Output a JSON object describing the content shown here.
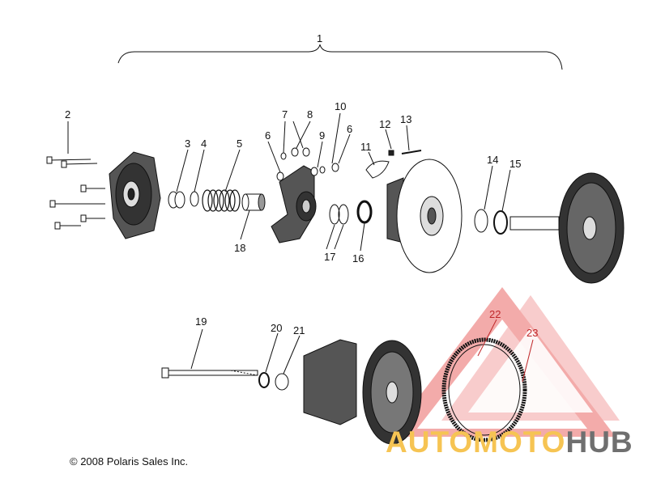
{
  "callouts": {
    "c1": "1",
    "c2": "2",
    "c3": "3",
    "c4": "4",
    "c5": "5",
    "c6a": "6",
    "c6b": "6",
    "c7": "7",
    "c8": "8",
    "c9": "9",
    "c10": "10",
    "c11": "11",
    "c12": "12",
    "c13": "13",
    "c14": "14",
    "c15": "15",
    "c16": "16",
    "c17": "17",
    "c18": "18",
    "c19": "19",
    "c20": "20",
    "c21": "21",
    "c22": "22",
    "c23": "23"
  },
  "copyright": "© 2008 Polaris Sales Inc.",
  "watermark": {
    "part1": "AUTOMOTO",
    "part2": "HUB"
  },
  "colors": {
    "line": "#111111",
    "callout_red": "#c0292b",
    "triangle": "#f0908e",
    "brand_yellow": "#f6c453",
    "brand_gray": "#6f6f6f"
  }
}
